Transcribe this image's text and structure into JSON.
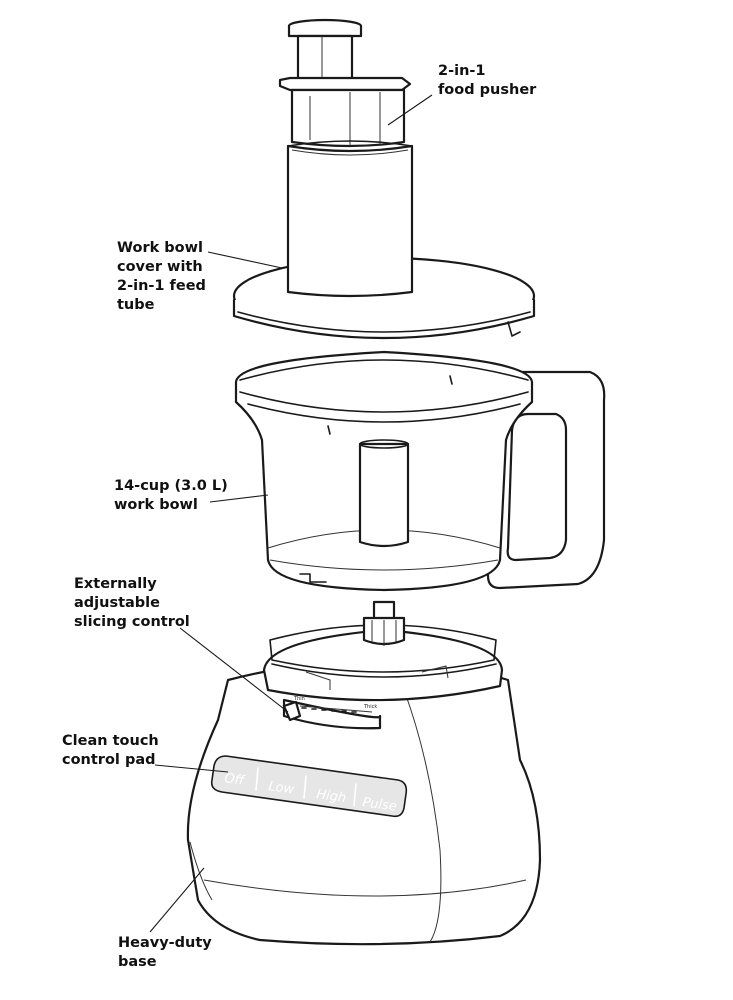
{
  "labels": {
    "food_pusher": [
      "2-in-1",
      "food pusher"
    ],
    "cover": [
      "Work bowl",
      "cover with",
      "2-in-1 feed",
      "tube"
    ],
    "bowl": [
      "14-cup (3.0 L)",
      "work bowl"
    ],
    "slicing": [
      "Externally",
      "adjustable",
      "slicing control"
    ],
    "pad": [
      "Clean touch",
      "control pad"
    ],
    "base": [
      "Heavy-duty",
      "base"
    ]
  },
  "control_pad": {
    "buttons": [
      "Off",
      "Low",
      "High",
      "Pulse"
    ]
  },
  "slicing_dial": {
    "left_mark": "Thin",
    "right_mark": "Thick"
  }
}
